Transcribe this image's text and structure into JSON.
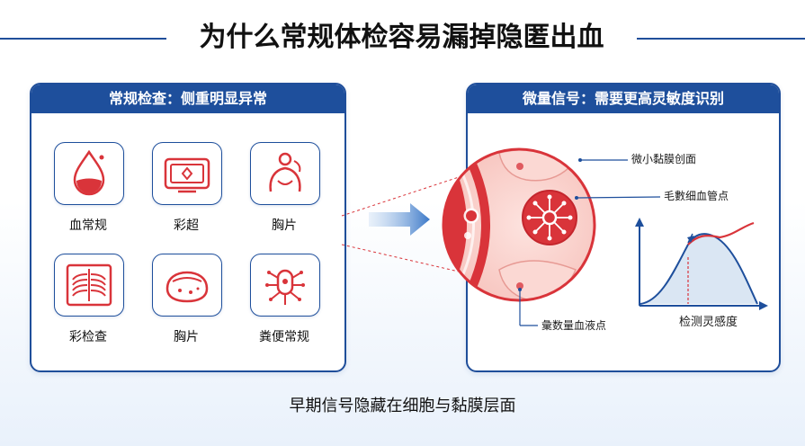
{
  "title": "为什么常规体检容易漏掉隐匿出血",
  "left_panel": {
    "header": "常规检查：侧重明显异常",
    "items": [
      {
        "label": "血常规",
        "icon": "blood-drop-icon"
      },
      {
        "label": "彩超",
        "icon": "ultrasound-device-icon"
      },
      {
        "label": "胸片",
        "icon": "person-scan-icon"
      },
      {
        "label": "彩检查",
        "icon": "ribcage-xray-icon"
      },
      {
        "label": "胸片",
        "icon": "organ-icon"
      },
      {
        "label": "粪便常规",
        "icon": "microbe-icon"
      }
    ]
  },
  "right_panel": {
    "header": "微量信号：需要更高灵敏度识别",
    "callouts": {
      "mucosal_wound": "微小黏膜创面",
      "capillary_point": "毛數细血管点",
      "trace_blood": "彙数量血液点"
    },
    "chart_label": "检测灵感度"
  },
  "footer": "早期信号隐藏在细胞与黏膜层面",
  "colors": {
    "brand_blue": "#1e4f9c",
    "accent_red": "#d9343a",
    "light_pink": "#f6c9c6"
  }
}
